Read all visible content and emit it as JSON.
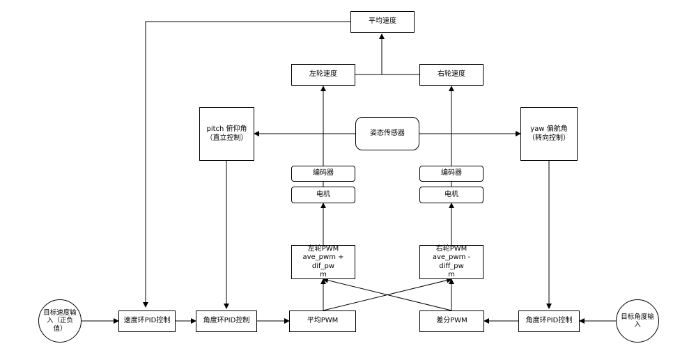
{
  "nodes": {
    "avg_speed": "平均速度",
    "left_speed": "左轮速度",
    "right_speed": "右轮速度",
    "pitch": "pitch 俯仰角\n（直立控制）",
    "attitude_sensor": "姿态传感器",
    "yaw": "yaw 偏航角\n（转向控制）",
    "left_encoder": "编码器",
    "right_encoder": "编码器",
    "left_motor": "电机",
    "right_motor": "电机",
    "left_pwm": "左轮PWM\nave_pwm + dif_pw\nm",
    "right_pwm": "右轮PWM\nave_pwm - diff_pw\nm",
    "target_speed": "目标速度输\n入（正负\n值）",
    "speed_pid": "速度环PID控制",
    "pitch_pid": "角度环PID控制",
    "avg_pwm": "平均PWM",
    "diff_pwm": "差分PWM",
    "yaw_pid": "角度环PID控制",
    "target_angle": "目标角度输\n入"
  }
}
